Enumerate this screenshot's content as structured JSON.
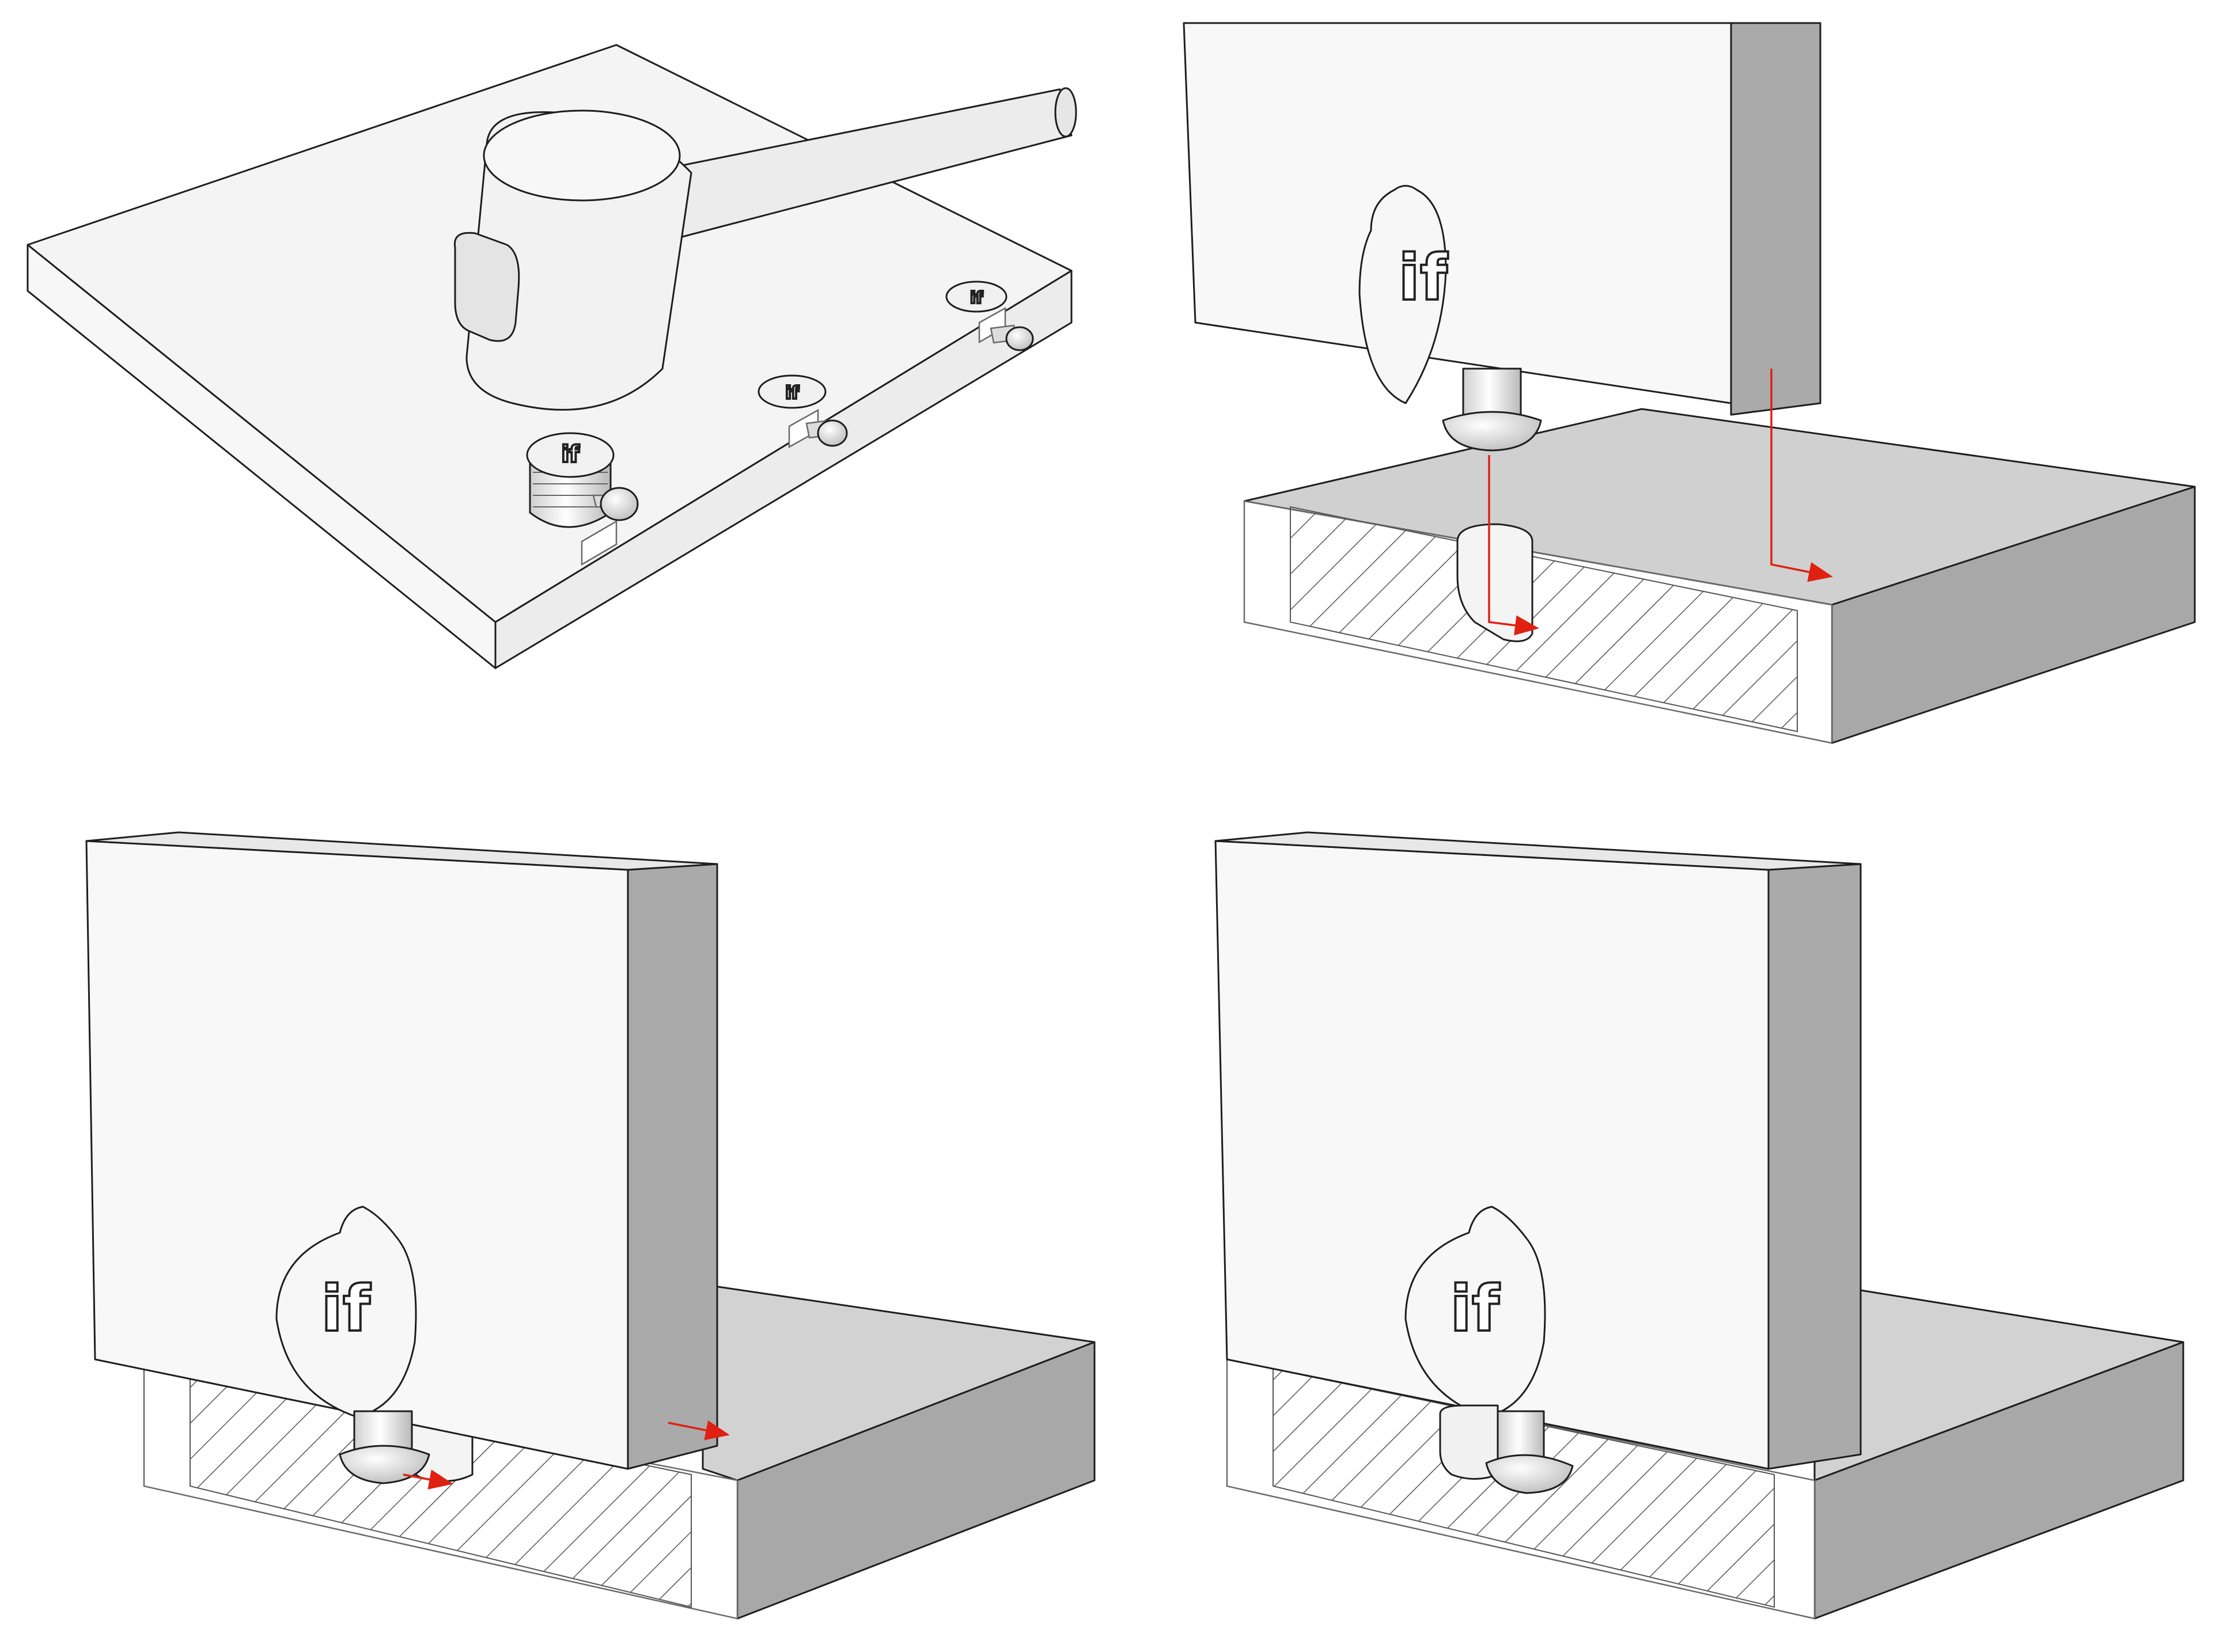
{
  "figure": {
    "panels": [
      {
        "id": "panel-1",
        "step": "insert fittings with mallet"
      },
      {
        "id": "panel-2",
        "step": "lower panel, insert connector, slide"
      },
      {
        "id": "panel-3",
        "step": "slide panel sideways to lock"
      },
      {
        "id": "panel-4",
        "step": "joint assembled"
      }
    ],
    "logo_text": "if",
    "colors": {
      "face_light": "#f1f1f1",
      "face_top": "#cfcfcf",
      "face_side": "#a9a9a9",
      "metal": "#dedede",
      "arrow": "#e02010",
      "hatch": "#555555"
    },
    "icons": [
      "mallet",
      "cam-fitting",
      "connector-bolt",
      "motion-arrow"
    ]
  }
}
